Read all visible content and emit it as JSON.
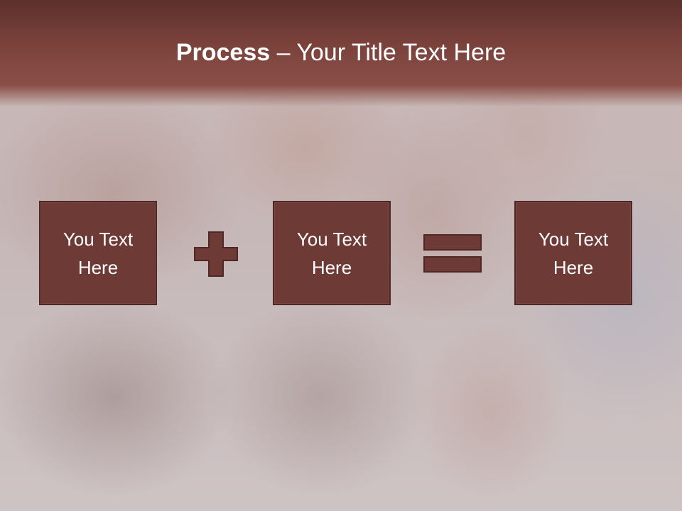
{
  "slide": {
    "title_strong": "Process",
    "title_rest": " – Your Title Text Here",
    "boxes": [
      {
        "line1": "You Text",
        "line2": "Here"
      },
      {
        "line1": "You Text",
        "line2": "Here"
      },
      {
        "line1": "You Text",
        "line2": "Here"
      }
    ],
    "operators": [
      "plus-icon",
      "equals-icon"
    ]
  },
  "colors": {
    "header": "#7a413b",
    "box_fill": "#6d3a36",
    "box_border": "#4f2724",
    "operator_fill": "#6d3a36"
  }
}
